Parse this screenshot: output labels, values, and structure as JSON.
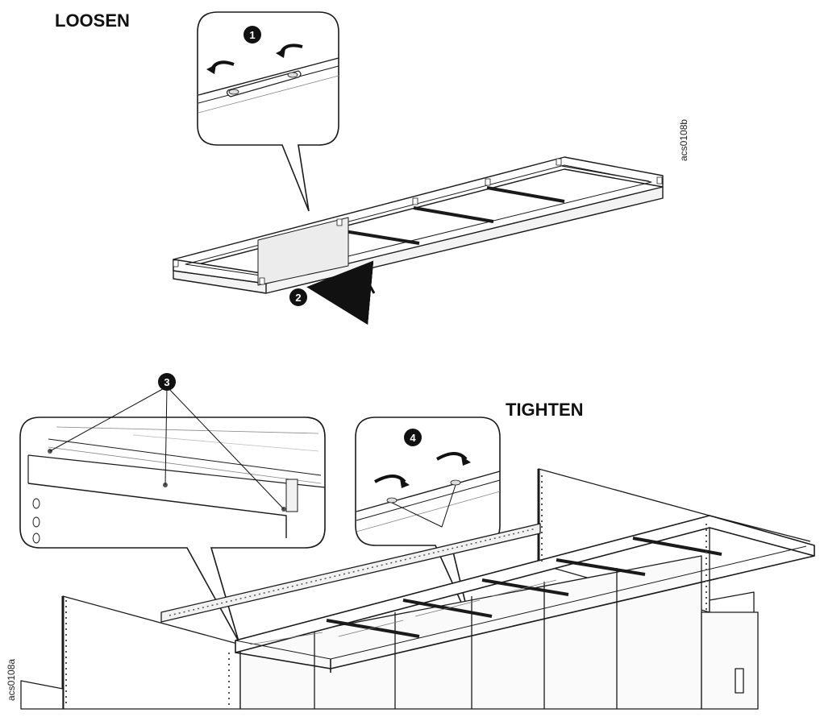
{
  "labels": {
    "loosen": "LOOSEN",
    "tighten": "TIGHTEN"
  },
  "figure_codes": {
    "top": "acs0108b",
    "bottom": "acs0108a"
  },
  "steps": [
    "1",
    "2",
    "3",
    "4"
  ],
  "colors": {
    "line": "#1a1a1a",
    "badge": "#111111",
    "fill": "#ffffff",
    "shade": "#e6e6e6"
  }
}
